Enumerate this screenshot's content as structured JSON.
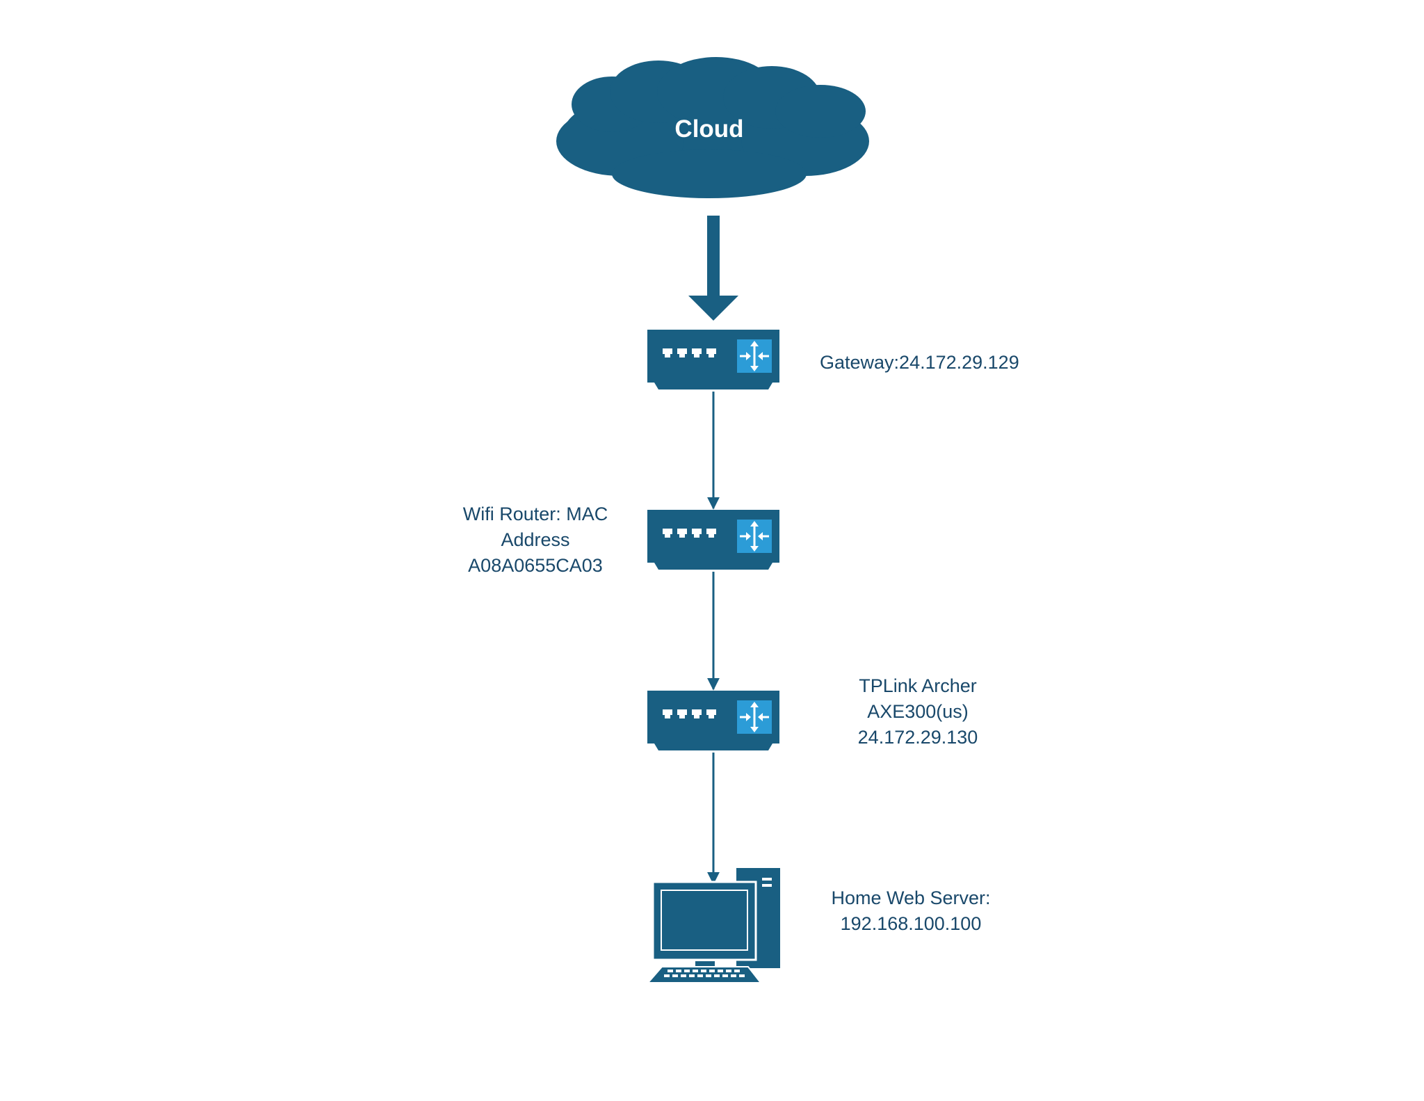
{
  "cloud": {
    "label": "Cloud"
  },
  "nodes": {
    "gateway": {
      "label": "Gateway:24.172.29.129",
      "icon": "router-icon"
    },
    "wifi_router": {
      "lines": [
        "Wifi Router: MAC",
        "Address",
        "A08A0655CA03"
      ],
      "icon": "router-icon"
    },
    "tplink": {
      "lines": [
        "TPLink Archer",
        "AXE300(us)",
        "24.172.29.130"
      ],
      "icon": "router-icon"
    },
    "server": {
      "lines": [
        "Home Web Server:",
        "192.168.100.100"
      ],
      "icon": "workstation-icon"
    }
  },
  "colors": {
    "primary": "#195f82",
    "accent": "#2c9cd7",
    "text": "#19486a"
  }
}
